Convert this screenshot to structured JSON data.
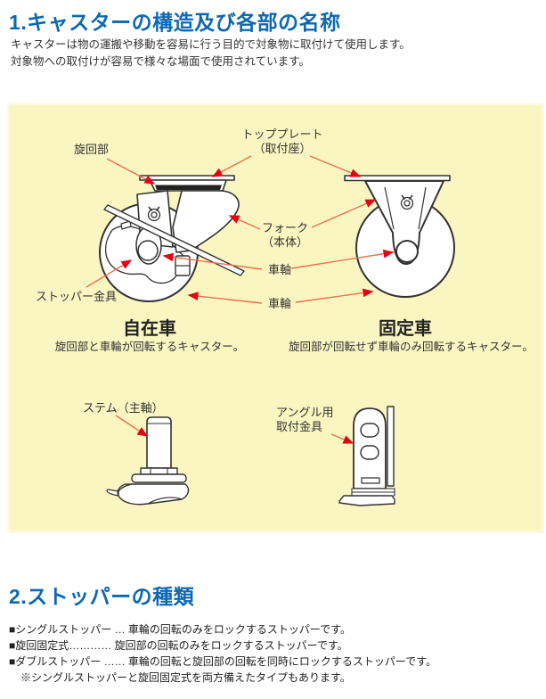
{
  "section1": {
    "title": "1.キャスターの構造及び各部の名称",
    "intro_line1": "キャスターは物の運搬や移動を容易に行う目的で対象物に取付けて使用します。",
    "intro_line2": "対象物への取付けが容易で様々な場面で使用されています。"
  },
  "diagram": {
    "labels": {
      "swivel_part": "旋回部",
      "top_plate": "トッププレート",
      "top_plate_sub": "（取付座）",
      "fork": "フォーク",
      "fork_sub": "（本体）",
      "axle": "車軸",
      "wheel": "車輪",
      "stopper_bracket": "ストッパー金具",
      "stem": "ステム（主軸）",
      "angle_bracket_line1": "アングル用",
      "angle_bracket_line2": "取付金具"
    },
    "swivel_caster": {
      "name": "自在車",
      "description": "旋回部と車輪が回転するキャスター。"
    },
    "fixed_caster": {
      "name": "固定車",
      "description": "旋回部が回転せず車輪のみ回転するキャスター。"
    },
    "colors": {
      "panel_bg": "#faf6c2",
      "panel_border": "#fcfadd",
      "title_blue": "#0d68b4",
      "arrow_line": "#ee7050",
      "arrow_head": "#e60012",
      "line_art": "#333333"
    }
  },
  "section2": {
    "title": "2.ストッパーの種類",
    "items": [
      "■シングルストッパー … 車輪の回転のみをロックするストッパーです。",
      "■旋回固定式………… 旋回部の回転のみをロックするストッパーです。",
      "■ダブルストッパー …… 車輪の回転と旋回部の回転を同時にロックするストッパーです。",
      "※シングルストッパーと旋回固定式を両方備えたタイプもあります。"
    ]
  }
}
